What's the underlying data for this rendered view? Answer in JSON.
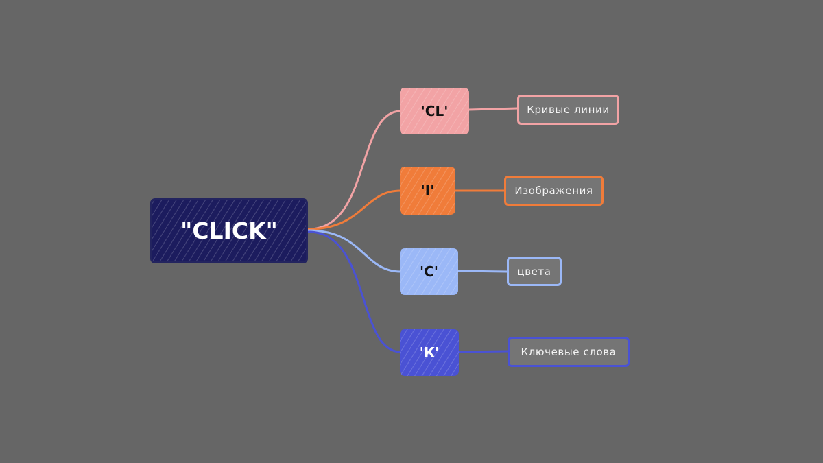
{
  "colors": {
    "background": "#666666",
    "root": "#1c1c5e",
    "branch_1": "#f2a3a5",
    "branch_2": "#f07c3a",
    "branch_3": "#9bb8f7",
    "branch_4": "#4a52d4"
  },
  "root": {
    "label": "\"CLICK\""
  },
  "branches": [
    {
      "label": "'CL'",
      "leaf": "Кривые линии"
    },
    {
      "label": "'I'",
      "leaf": "Изображения"
    },
    {
      "label": "'C'",
      "leaf": "цвета"
    },
    {
      "label": "'К'",
      "leaf": "Ключевые слова"
    }
  ]
}
